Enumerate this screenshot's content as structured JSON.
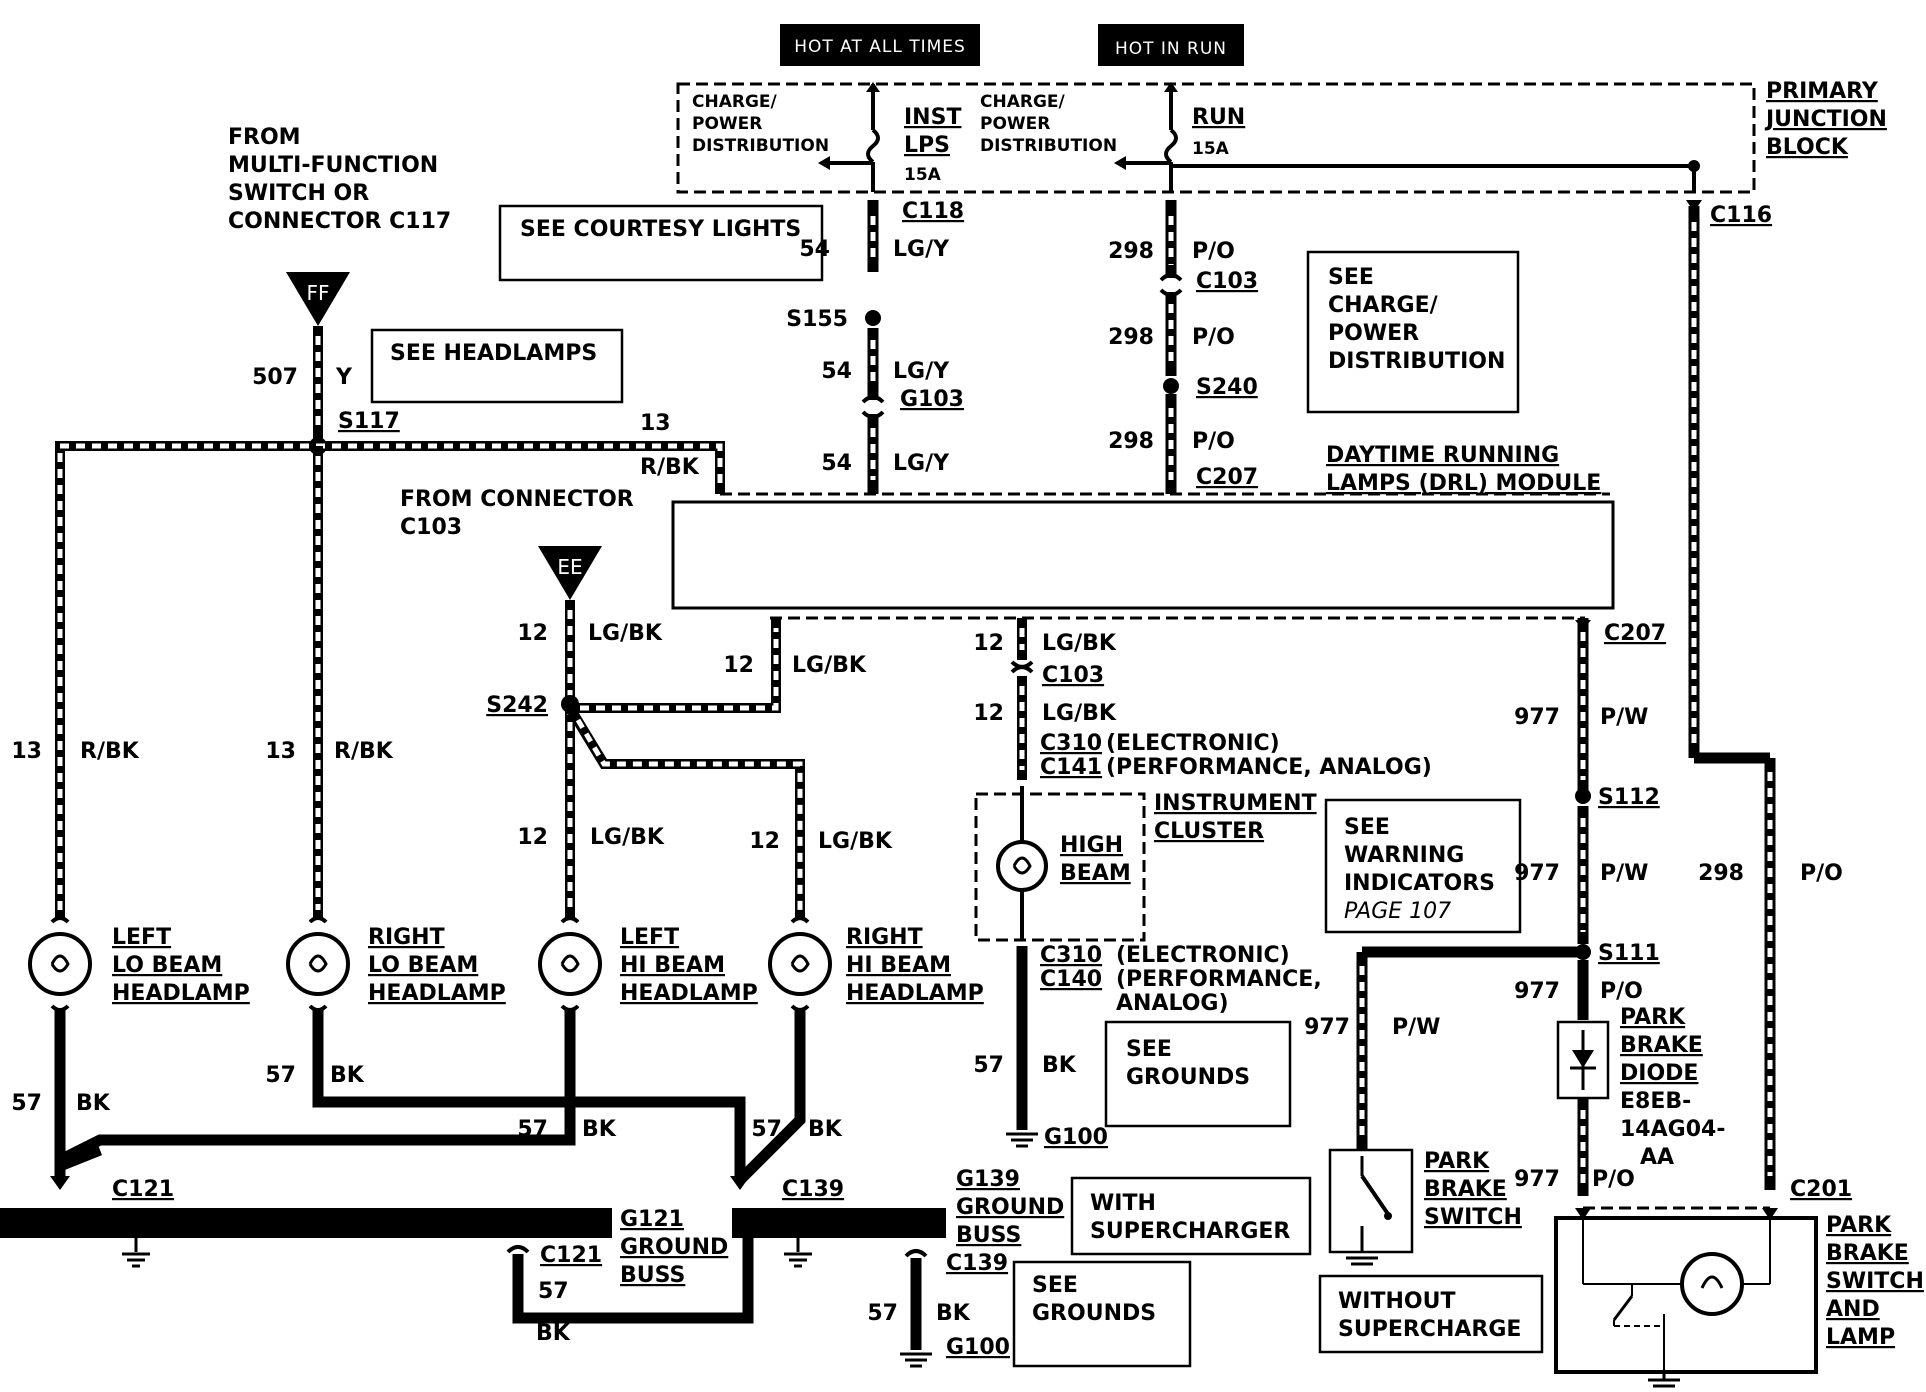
{
  "tags": {
    "hot_at_all_times": "HOT AT ALL TIMES",
    "hot_in_run": "HOT IN RUN"
  },
  "junction": {
    "charge1": "CHARGE/",
    "power1": "POWER",
    "dist1": "DISTRIBUTION",
    "charge2": "CHARGE/",
    "power2": "POWER",
    "dist2": "DISTRIBUTION",
    "fuse1_a": "INST",
    "fuse1_b": "LPS",
    "fuse1_amp": "15A",
    "fuse2_a": "RUN",
    "fuse2_amp": "15A",
    "title1": "PRIMARY",
    "title2": "JUNCTION",
    "title3": "BLOCK"
  },
  "from_mfs": {
    "l1": "FROM",
    "l2": "MULTI-FUNCTION",
    "l3": "SWITCH OR",
    "l4": "CONNECTOR C117"
  },
  "see_courtesy": "SEE COURTESY LIGHTS",
  "see_headlamps": "SEE HEADLAMPS",
  "see_charge": {
    "l1": "SEE",
    "l2": "CHARGE/",
    "l3": "POWER",
    "l4": "DISTRIBUTION"
  },
  "connectors": {
    "ff": "FF",
    "ee": "EE",
    "c118": "C118",
    "s155": "S155",
    "g103": "G103",
    "c103a": "C103",
    "s240": "S240",
    "c207a": "C207",
    "c116": "C116",
    "s117": "S117",
    "s242": "S242",
    "c207b": "C207",
    "c103b": "C103",
    "c310a": "C310",
    "c141": "C141",
    "c310b": "C310",
    "c140": "C140",
    "s112": "S112",
    "s111": "S111",
    "c201": "C201",
    "c121a": "C121",
    "c139a": "C139",
    "c121b": "C121",
    "c139b": "C139",
    "g121": "G121",
    "g139": "G139",
    "g100a": "G100",
    "g100b": "G100"
  },
  "wires": {
    "w54a": "54",
    "lgy_a": "LG/Y",
    "w54b": "54",
    "lgy_b": "LG/Y",
    "w54c": "54",
    "lgy_c": "LG/Y",
    "w298a": "298",
    "po_a": "P/O",
    "w298b": "298",
    "po_b": "P/O",
    "w298c": "298",
    "po_c": "P/O",
    "w507": "507",
    "y": "Y",
    "w13top": "13",
    "rbk_top": "R/BK",
    "w13l": "13",
    "rbk_l": "R/BK",
    "w13r": "13",
    "rbk_r": "R/BK",
    "w12a": "12",
    "lgbk_a": "LG/BK",
    "w12b": "12",
    "lgbk_b": "LG/BK",
    "w12c": "12",
    "lgbk_c": "LG/BK",
    "w12d": "12",
    "lgbk_d": "LG/BK",
    "w12e": "12",
    "lgbk_e": "LG/BK",
    "w12f": "12",
    "lgbk_f": "LG/BK",
    "w977a": "977",
    "pw_a": "P/W",
    "w977b": "977",
    "pw_b": "P/W",
    "w977c": "977",
    "po_d": "P/O",
    "w977d": "977",
    "pw_c": "P/W",
    "w977e": "977",
    "po_e": "P/O",
    "w298d": "298",
    "po_f": "P/O",
    "w57a": "57",
    "bk_a": "BK",
    "w57b": "57",
    "bk_b": "BK",
    "w57c": "57",
    "bk_c": "BK",
    "w57d": "57",
    "bk_d": "BK",
    "w57e": "57",
    "bk_e": "BK",
    "w57f": "57",
    "bk_f": "BK",
    "w57g": "57",
    "bk_g": "BK"
  },
  "from_c103": {
    "l1": "FROM CONNECTOR",
    "l2": "C103"
  },
  "drl": {
    "l1": "DAYTIME RUNNING",
    "l2": "LAMPS (DRL) MODULE"
  },
  "c310_note": "(ELECTRONIC)",
  "c141_note": "(PERFORMANCE, ANALOG)",
  "cluster": {
    "l1": "INSTRUMENT",
    "l2": "CLUSTER",
    "hb1": "HIGH",
    "hb2": "BEAM"
  },
  "warn": {
    "l1": "SEE",
    "l2": "WARNING",
    "l3": "INDICATORS",
    "l4": "PAGE 107"
  },
  "c140_note": {
    "l1": "(ELECTRONIC)",
    "l2": "(PERFORMANCE,",
    "l3": "ANALOG)"
  },
  "see_grounds1": {
    "l1": "SEE",
    "l2": "GROUNDS"
  },
  "see_grounds2": {
    "l1": "SEE",
    "l2": "GROUNDS"
  },
  "lamps": {
    "llo": {
      "l1": "LEFT",
      "l2": "LO BEAM",
      "l3": "HEADLAMP"
    },
    "rlo": {
      "l1": "RIGHT",
      "l2": "LO BEAM",
      "l3": "HEADLAMP"
    },
    "lhi": {
      "l1": "LEFT",
      "l2": "HI BEAM",
      "l3": "HEADLAMP"
    },
    "rhi": {
      "l1": "RIGHT",
      "l2": "HI BEAM",
      "l3": "HEADLAMP"
    }
  },
  "ground_buss": {
    "g1": "GROUND",
    "g2": "BUSS",
    "g139_1": "GROUND",
    "g139_2": "BUSS"
  },
  "with_super": {
    "l1": "WITH",
    "l2": "SUPERCHARGER"
  },
  "without_super": {
    "l1": "WITHOUT",
    "l2": "SUPERCHARGE"
  },
  "diode": {
    "l1": "PARK",
    "l2": "BRAKE",
    "l3": "DIODE",
    "l4": "E8EB-",
    "l5": "14AG04-",
    "l6": "AA"
  },
  "pbswitch": {
    "l1": "PARK",
    "l2": "BRAKE",
    "l3": "SWITCH"
  },
  "pbswitch_lamp": {
    "l1": "PARK",
    "l2": "BRAKE",
    "l3": "SWITCH",
    "l4": "AND",
    "l5": "LAMP"
  }
}
